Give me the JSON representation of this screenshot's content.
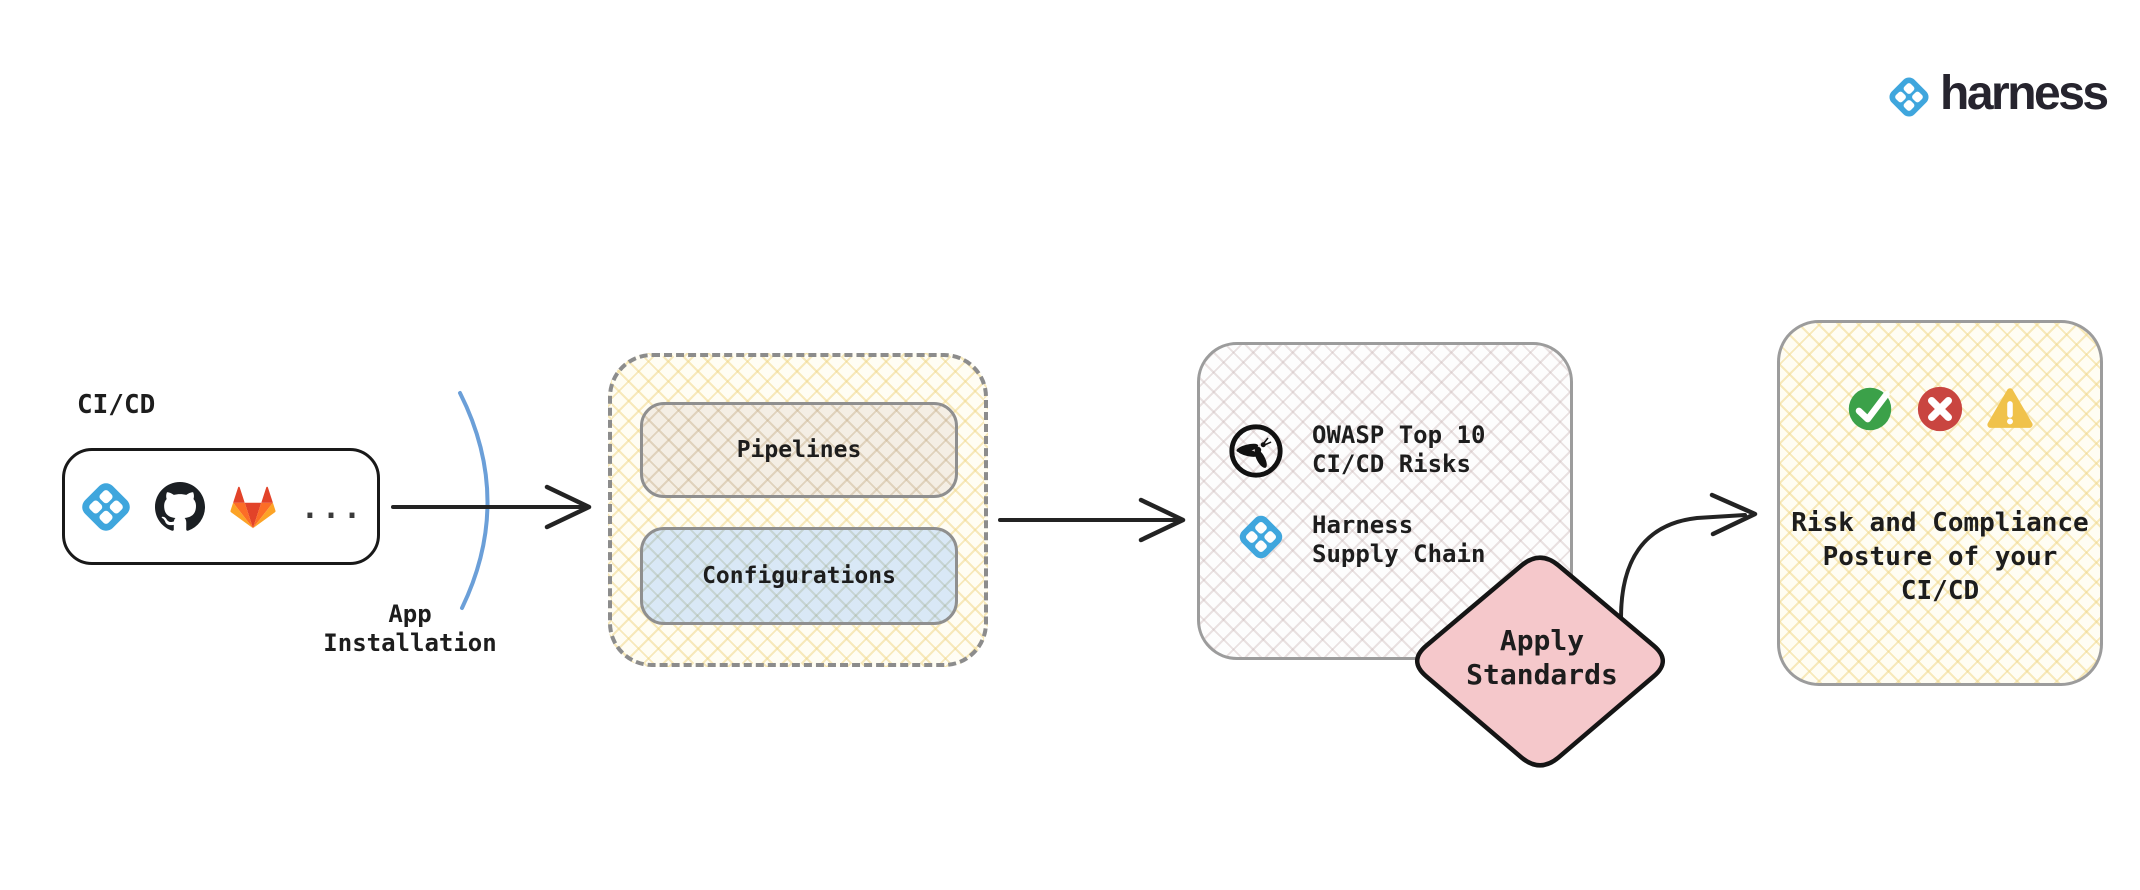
{
  "brand": {
    "name": "harness",
    "icon": "harness-diamond-icon"
  },
  "source_group": {
    "label": "CI/CD",
    "icons": [
      "harness-icon",
      "github-icon",
      "gitlab-icon"
    ],
    "more_label": "..."
  },
  "app_installation": {
    "line1": "App",
    "line2": "Installation"
  },
  "ingest_group": {
    "pipelines_label": "Pipelines",
    "configurations_label": "Configurations"
  },
  "standards_box": {
    "owasp": {
      "icon": "owasp-wasp-icon",
      "line1": "OWASP Top 10",
      "line2": "CI/CD Risks"
    },
    "supply_chain": {
      "icon": "harness-icon",
      "line1": "Harness",
      "line2": "Supply Chain"
    }
  },
  "apply_standards": {
    "line1": "Apply",
    "line2": "Standards"
  },
  "result_box": {
    "icons": [
      "check-icon",
      "cross-icon",
      "warning-icon"
    ],
    "line1": "Risk and Compliance",
    "line2": "Posture of your",
    "line3": "CI/CD"
  },
  "colors": {
    "harness_blue": "#3fa6dd",
    "ink": "#1d1d1d",
    "arrow": "#232323",
    "arc_blue": "#6b9fd8",
    "diamond_pink": "#f5c8cb",
    "diamond_stroke": "#151515",
    "success_green": "#3ba149",
    "error_red": "#c94540",
    "warning_amber": "#f0c24b",
    "gitlab_red": "#e24329",
    "gitlab_orange": "#fc6d26",
    "gitlab_amber": "#fca326",
    "github_black": "#1b1f23",
    "hatch_cream_base": "#fffdf3",
    "hatch_line_yellow": "#f0d88c"
  }
}
